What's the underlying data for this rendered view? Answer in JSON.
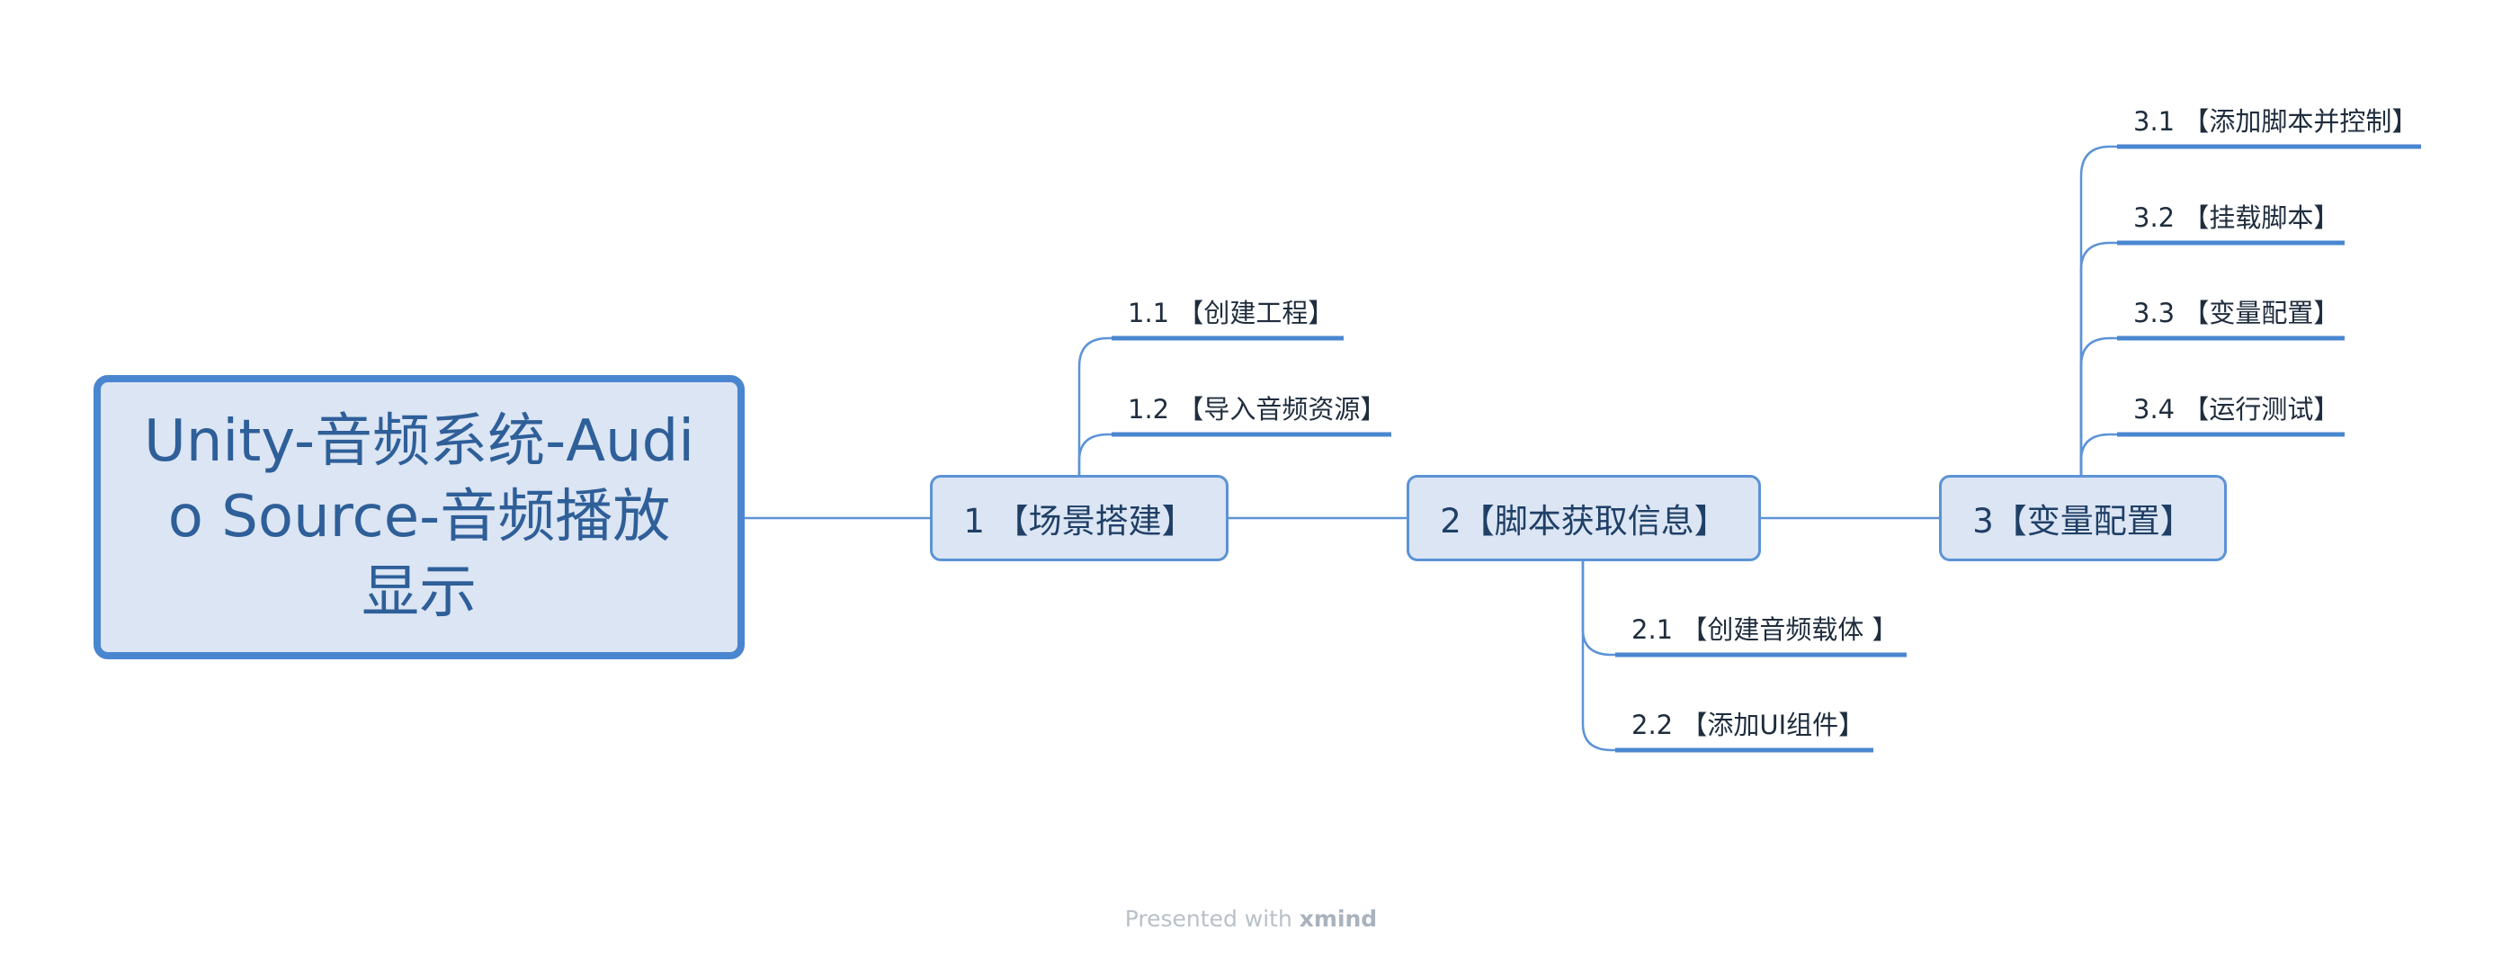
{
  "root": {
    "title": "Unity-音频系统-Audio Source-音频播放显示"
  },
  "topics": [
    {
      "label": "1 【场景搭建】",
      "subtopics": [
        "1.1 【创建工程】",
        "1.2 【导入音频资源】"
      ]
    },
    {
      "label": "2【脚本获取信息】",
      "subtopics": [
        "2.1 【创建音频载体 】",
        "2.2 【添加UI组件】"
      ]
    },
    {
      "label": "3【变量配置】",
      "subtopics": [
        "3.1 【添加脚本并控制】",
        "3.2 【挂载脚本】",
        "3.3 【变量配置】",
        "3.4 【运行测试】"
      ]
    }
  ],
  "footer": {
    "prefix": "Presented with",
    "brand": "xmind"
  },
  "colors": {
    "line": "#4a86d0",
    "node_fill": "#dbe5f3",
    "root_text": "#2f5f99"
  }
}
